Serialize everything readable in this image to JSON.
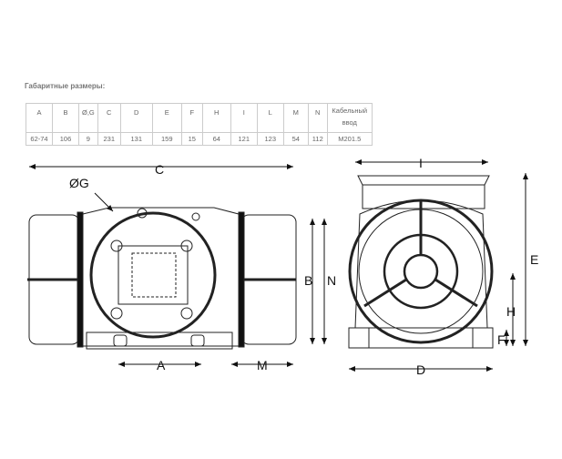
{
  "title": "Габаритные размеры:",
  "table": {
    "headers": [
      "A",
      "B",
      "Ø,G",
      "C",
      "D",
      "E",
      "F",
      "H",
      "I",
      "L",
      "M",
      "N",
      "Кабельный ввод"
    ],
    "values": [
      "62-74",
      "106",
      "9",
      "231",
      "131",
      "159",
      "15",
      "64",
      "121",
      "123",
      "54",
      "112",
      "M201.5"
    ]
  },
  "drawing": {
    "labels": {
      "C": "C",
      "G": "ØG",
      "B": "B",
      "N": "N",
      "A": "A",
      "M": "M",
      "I": "I",
      "E": "E",
      "H": "H",
      "F": "F",
      "D": "D"
    }
  }
}
